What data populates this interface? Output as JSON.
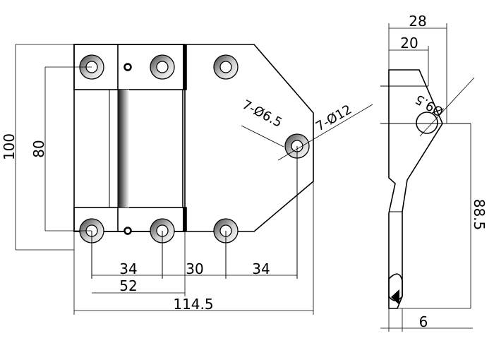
{
  "dimensions": {
    "overall_height": "100",
    "hole_spacing_vertical": "80",
    "hole_pitch_1": "34",
    "hole_pitch_2": "30",
    "hole_pitch_3": "34",
    "leaf_width": "52",
    "overall_width": "114.5",
    "side_total_depth": "28",
    "side_offset": "20",
    "side_height": "88.5",
    "thickness": "6"
  },
  "callouts": {
    "small_holes": "7-Ø6.5",
    "large_holes": "7-Ø12",
    "pin_dia": "Ø9.5"
  }
}
